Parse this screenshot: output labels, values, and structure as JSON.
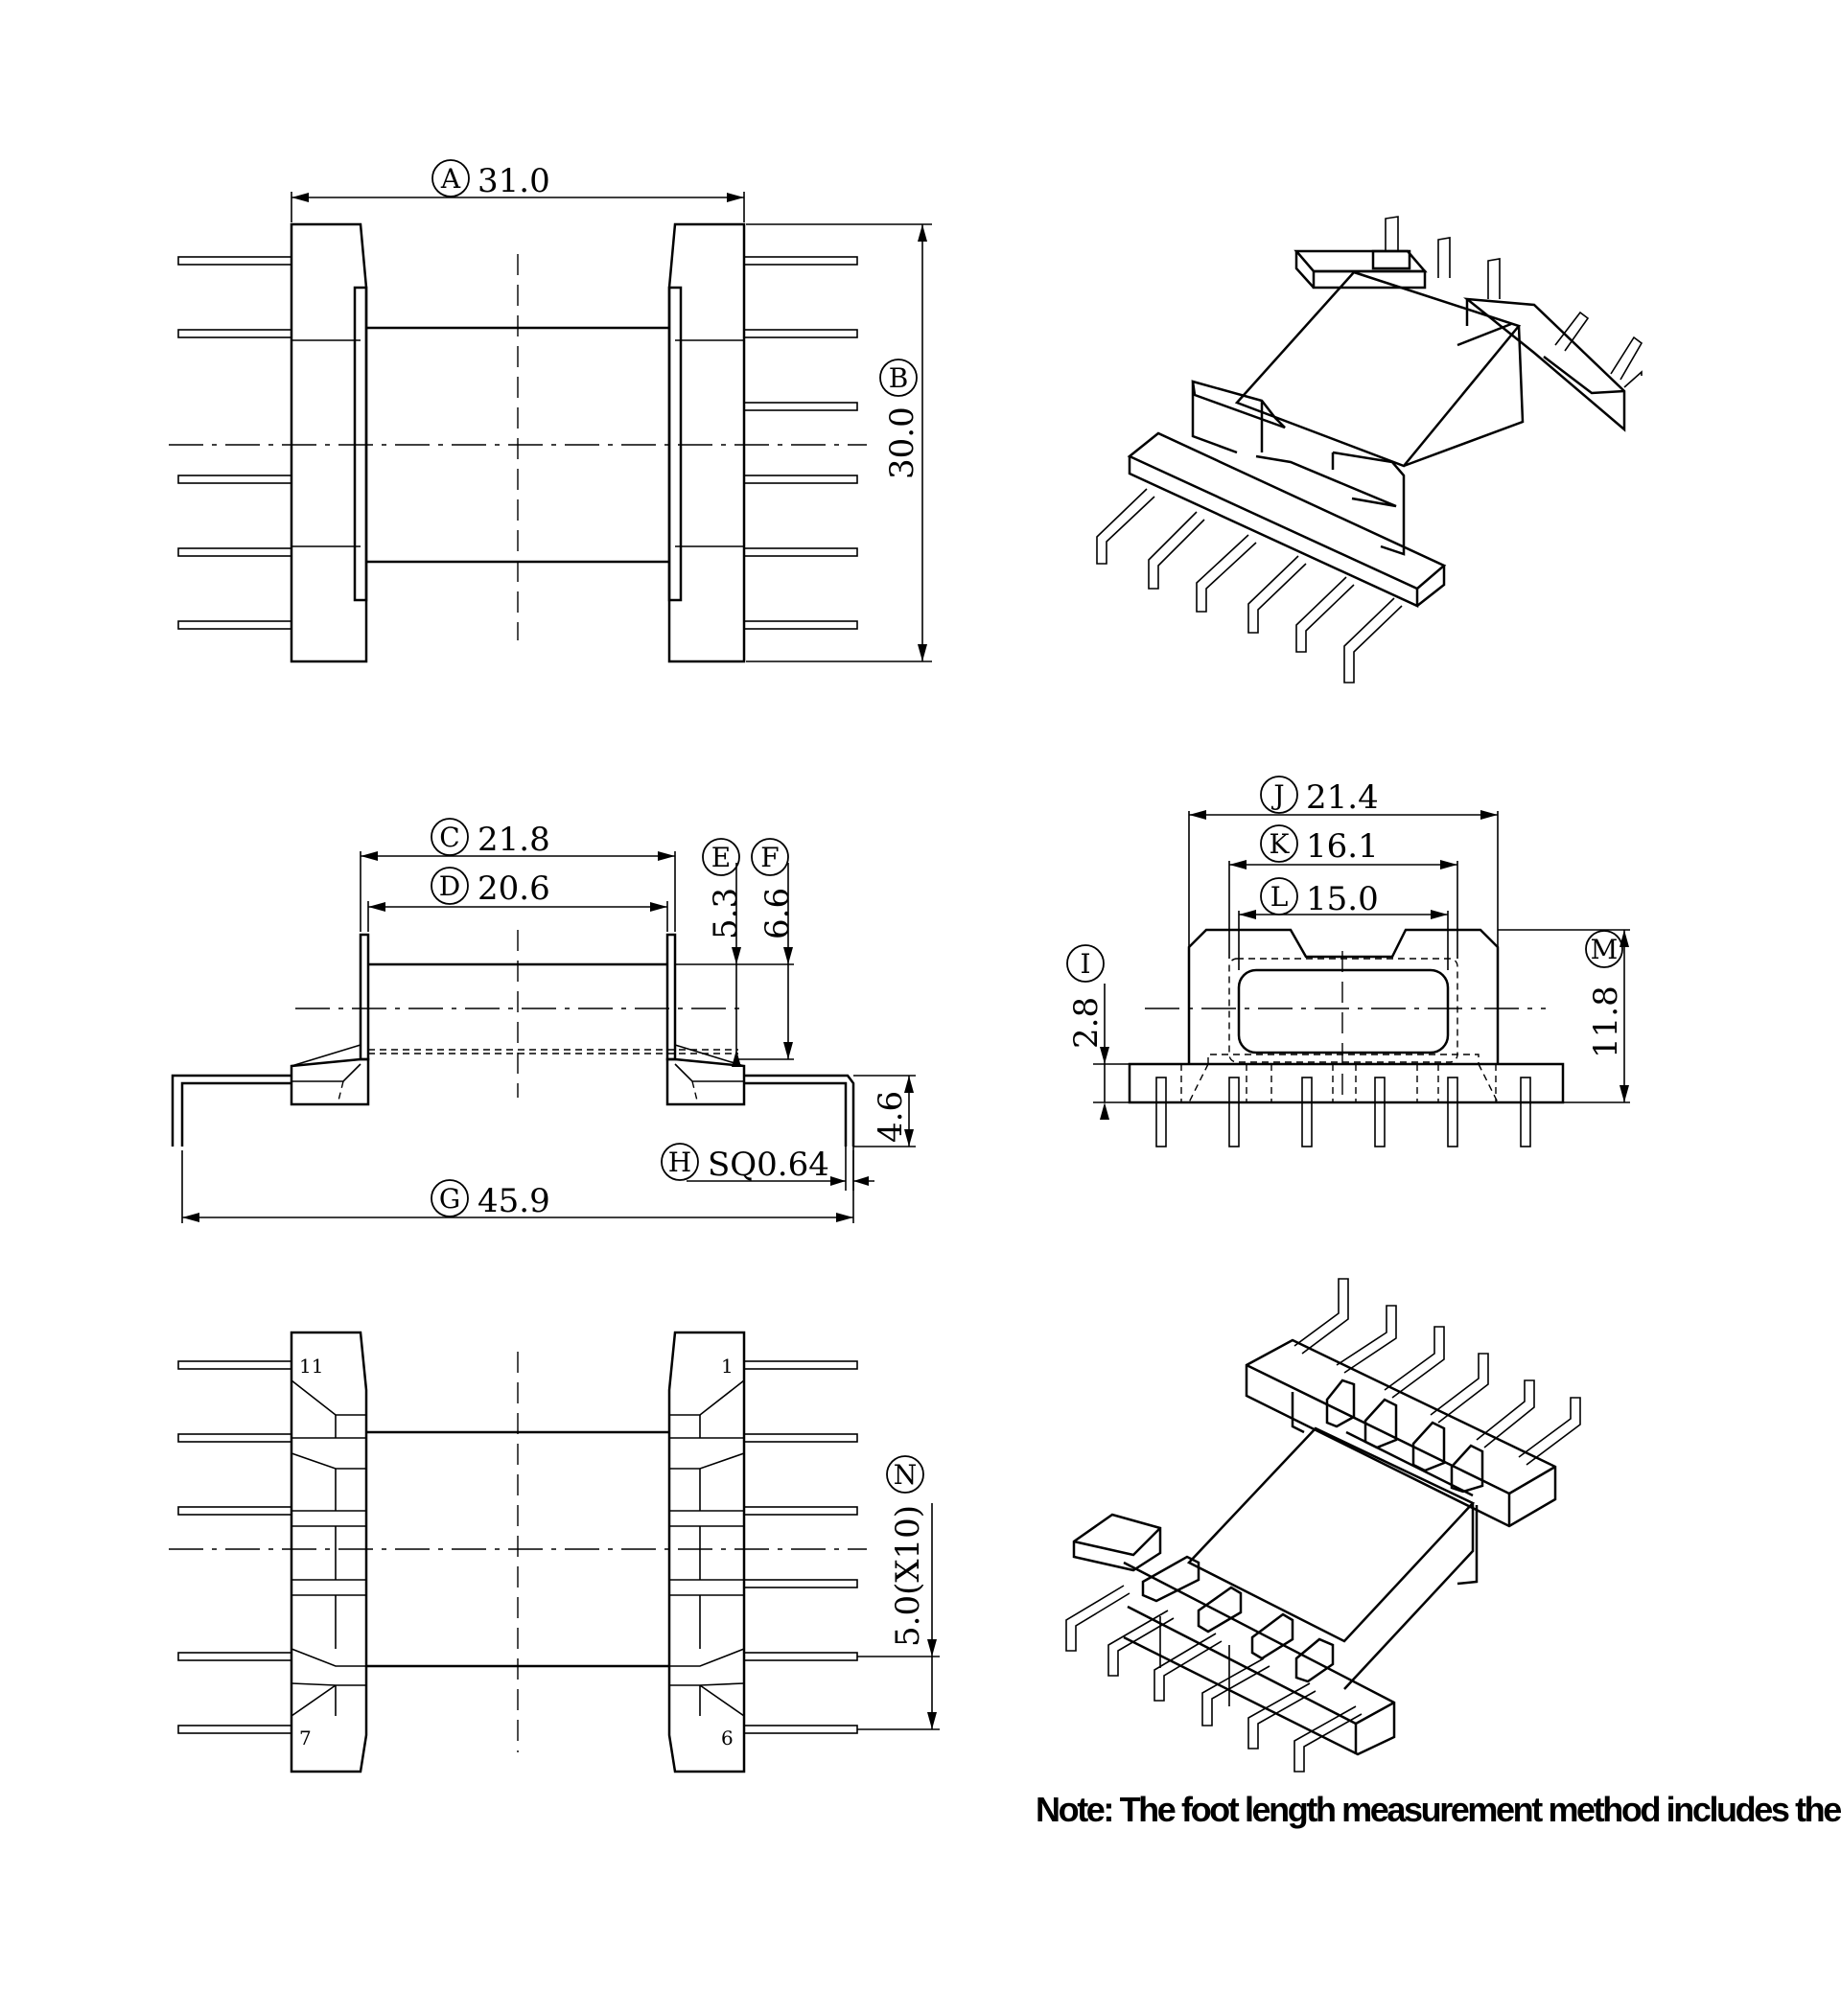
{
  "dimensions": {
    "A": {
      "letter": "A",
      "value": "31.0"
    },
    "B": {
      "letter": "B",
      "value": "30.0"
    },
    "C": {
      "letter": "C",
      "value": "21.8"
    },
    "D": {
      "letter": "D",
      "value": "20.6"
    },
    "E": {
      "letter": "E",
      "value": "5.3"
    },
    "F": {
      "letter": "F",
      "value": "6.6"
    },
    "G": {
      "letter": "G",
      "value": "45.9"
    },
    "H": {
      "letter": "H",
      "value": "SQ0.64"
    },
    "I": {
      "letter": "I",
      "value": "2.8"
    },
    "J": {
      "letter": "J",
      "value": "21.4"
    },
    "K": {
      "letter": "K",
      "value": "16.1"
    },
    "L": {
      "letter": "L",
      "value": "15.0"
    },
    "M": {
      "letter": "M",
      "value": "11.8"
    },
    "N": {
      "letter": "N",
      "value": "5.0(X10)"
    }
  },
  "pin_labels": {
    "p11": "11",
    "p1": "1",
    "p7": "7",
    "p6": "6"
  },
  "note": "Note: The foot length measurement method includes the needle diameter.",
  "colors": {
    "line": "#000000",
    "background": "#ffffff"
  }
}
